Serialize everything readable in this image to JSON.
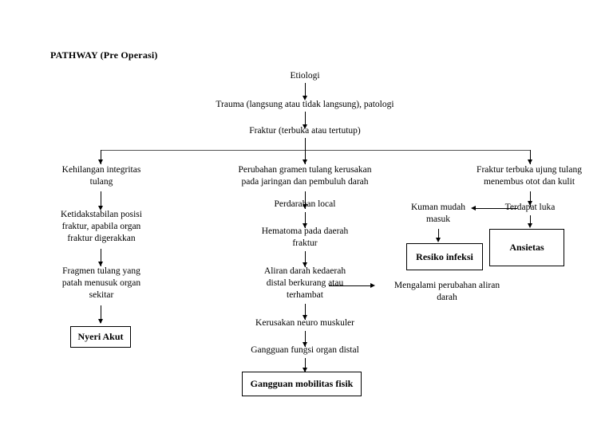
{
  "document": {
    "title": "PATHWAY (Pre Operasi)",
    "background_color": "#ffffff",
    "line_color": "#000000"
  },
  "chart_data": {
    "type": "diagram",
    "title": "PATHWAY (Pre Operasi)",
    "diagram_kind": "flowchart",
    "nodes": [
      {
        "id": "etiologi",
        "label": "Etiologi",
        "shape": "plain"
      },
      {
        "id": "trauma",
        "label": "Trauma (langsung atau tidak langsung), patologi",
        "shape": "plain"
      },
      {
        "id": "fraktur",
        "label": "Fraktur (terbuka atau tertutup)",
        "shape": "plain"
      },
      {
        "id": "kehilangan",
        "label": "Kehilangan integritas\ntulang",
        "shape": "plain"
      },
      {
        "id": "ketidakstabilan",
        "label": "Ketidakstabilan posisi\nfraktur, apabila organ\nfraktur digerakkan",
        "shape": "plain"
      },
      {
        "id": "fragmen",
        "label": "Fragmen tulang yang\npatah menusuk organ\nsekitar",
        "shape": "plain"
      },
      {
        "id": "nyeri",
        "label": "Nyeri Akut",
        "shape": "box"
      },
      {
        "id": "perubahan",
        "label": "Perubahan gramen tulang kerusakan\npada jaringan dan pembuluh darah",
        "shape": "plain"
      },
      {
        "id": "perdarahan",
        "label": "Perdarahan local",
        "shape": "plain"
      },
      {
        "id": "hematoma",
        "label": "Hematoma pada daerah\nfraktur",
        "shape": "plain"
      },
      {
        "id": "aliran",
        "label": "Aliran darah kedaerah\ndistal berkurang atau\nterhambat",
        "shape": "plain"
      },
      {
        "id": "mengalami",
        "label": "Mengalami perubahan aliran\ndarah",
        "shape": "plain"
      },
      {
        "id": "kerusakan",
        "label": "Kerusakan neuro muskuler",
        "shape": "plain"
      },
      {
        "id": "gangguanfungsi",
        "label": "Gangguan fungsi organ distal",
        "shape": "plain"
      },
      {
        "id": "mobilitas",
        "label": "Gangguan  mobilitas fisik",
        "shape": "box"
      },
      {
        "id": "frakturterbuka",
        "label": "Fraktur terbuka ujung tulang\nmenembus otot dan kulit",
        "shape": "plain"
      },
      {
        "id": "terdapatluka",
        "label": "Terdapat luka",
        "shape": "plain"
      },
      {
        "id": "kuman",
        "label": "Kuman mudah\nmasuk",
        "shape": "plain"
      },
      {
        "id": "resiko",
        "label": "Resiko infeksi",
        "shape": "box"
      },
      {
        "id": "ansietas",
        "label": "Ansietas",
        "shape": "box"
      }
    ],
    "edges": [
      {
        "from": "etiologi",
        "to": "trauma",
        "direction": "down"
      },
      {
        "from": "trauma",
        "to": "fraktur",
        "direction": "down"
      },
      {
        "from": "fraktur",
        "to": "kehilangan",
        "direction": "down"
      },
      {
        "from": "fraktur",
        "to": "perubahan",
        "direction": "down"
      },
      {
        "from": "fraktur",
        "to": "frakturterbuka",
        "direction": "down"
      },
      {
        "from": "kehilangan",
        "to": "ketidakstabilan",
        "direction": "down"
      },
      {
        "from": "ketidakstabilan",
        "to": "fragmen",
        "direction": "down"
      },
      {
        "from": "fragmen",
        "to": "nyeri",
        "direction": "down"
      },
      {
        "from": "perubahan",
        "to": "perdarahan",
        "direction": "down"
      },
      {
        "from": "perdarahan",
        "to": "hematoma",
        "direction": "down"
      },
      {
        "from": "hematoma",
        "to": "aliran",
        "direction": "down"
      },
      {
        "from": "aliran",
        "to": "mengalami",
        "direction": "right"
      },
      {
        "from": "aliran",
        "to": "kerusakan",
        "direction": "down"
      },
      {
        "from": "kerusakan",
        "to": "gangguanfungsi",
        "direction": "down"
      },
      {
        "from": "gangguanfungsi",
        "to": "mobilitas",
        "direction": "down"
      },
      {
        "from": "frakturterbuka",
        "to": "terdapatluka",
        "direction": "down"
      },
      {
        "from": "terdapatluka",
        "to": "kuman",
        "direction": "left"
      },
      {
        "from": "terdapatluka",
        "to": "ansietas",
        "direction": "down"
      },
      {
        "from": "kuman",
        "to": "resiko",
        "direction": "down"
      }
    ]
  },
  "labels": {
    "etiologi": "Etiologi",
    "trauma": "Trauma (langsung atau tidak langsung), patologi",
    "fraktur": "Fraktur (terbuka atau tertutup)",
    "kehilangan": "Kehilangan integritas\ntulang",
    "ketidakstabilan": "Ketidakstabilan posisi\nfraktur, apabila organ\nfraktur digerakkan",
    "fragmen": "Fragmen tulang yang\npatah menusuk organ\nsekitar",
    "nyeri": "Nyeri Akut",
    "perubahan": "Perubahan gramen tulang kerusakan\npada jaringan dan pembuluh darah",
    "perdarahan": "Perdarahan local",
    "hematoma": "Hematoma pada daerah\nfraktur",
    "aliran": "Aliran darah kedaerah\ndistal berkurang atau\nterhambat",
    "mengalami": "Mengalami perubahan aliran\ndarah",
    "kerusakan": "Kerusakan neuro muskuler",
    "gangguanfungsi": "Gangguan fungsi organ distal",
    "mobilitas": "Gangguan  mobilitas fisik",
    "frakturterbuka": "Fraktur terbuka ujung tulang\nmenembus otot dan kulit",
    "terdapatluka": "Terdapat luka",
    "kuman": "Kuman mudah\nmasuk",
    "resiko": "Resiko infeksi",
    "ansietas": "Ansietas"
  }
}
